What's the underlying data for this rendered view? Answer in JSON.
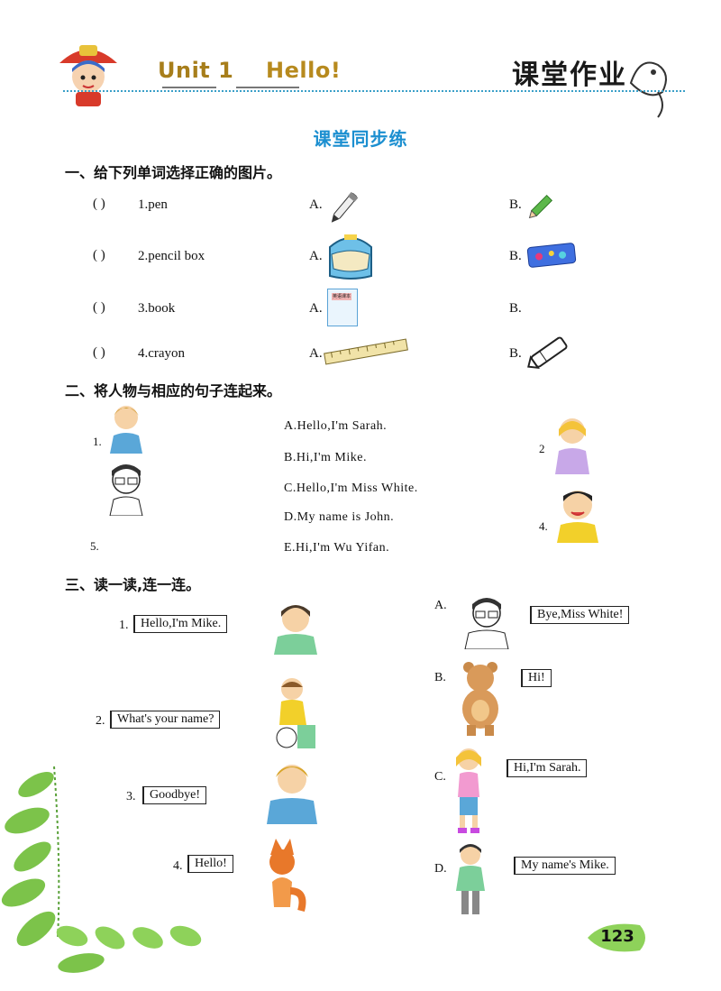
{
  "header": {
    "unit": "Unit 1",
    "title": "Hello!",
    "right_title": "课堂作业"
  },
  "page_title": "课堂同步练",
  "section1": {
    "heading": "一、给下列单词选择正确的图片。",
    "rows": [
      {
        "paren": "(      )",
        "item": "1.pen",
        "a": "A.",
        "b": "B."
      },
      {
        "paren": "(      )",
        "item": "2.pencil box",
        "a": "A.",
        "b": "B."
      },
      {
        "paren": "(      )",
        "item": "3.book",
        "a": "A.",
        "b": "B."
      },
      {
        "paren": "(      )",
        "item": "4.crayon",
        "a": "A.",
        "b": "B."
      }
    ],
    "book_label": "英语课本"
  },
  "section2": {
    "heading": "二、将人物与相应的句子连起来。",
    "sentences": [
      "A.Hello,I'm Sarah.",
      "B.Hi,I'm Mike.",
      "C.Hello,I'm Miss White.",
      "D.My name is John.",
      "E.Hi,I'm Wu Yifan."
    ],
    "labels": [
      "1.",
      "2",
      "4.",
      "5."
    ]
  },
  "section3": {
    "heading": "三、读一读,连一连。",
    "left": [
      {
        "num": "1.",
        "text": "Hello,I'm Mike."
      },
      {
        "num": "2.",
        "text": "What's your name?"
      },
      {
        "num": "3.",
        "text": "Goodbye!"
      },
      {
        "num": "4.",
        "text": "Hello!"
      }
    ],
    "right": [
      {
        "letter": "A.",
        "text": "Bye,Miss White!"
      },
      {
        "letter": "B.",
        "text": "Hi!"
      },
      {
        "letter": "C.",
        "text": "Hi,I'm Sarah."
      },
      {
        "letter": "D.",
        "text": "My name's Mike."
      }
    ]
  },
  "page_number": "123",
  "colors": {
    "accent_blue": "#1c8fd0",
    "leaf_green": "#7cc34a",
    "header_gold": "#b78a1e"
  }
}
